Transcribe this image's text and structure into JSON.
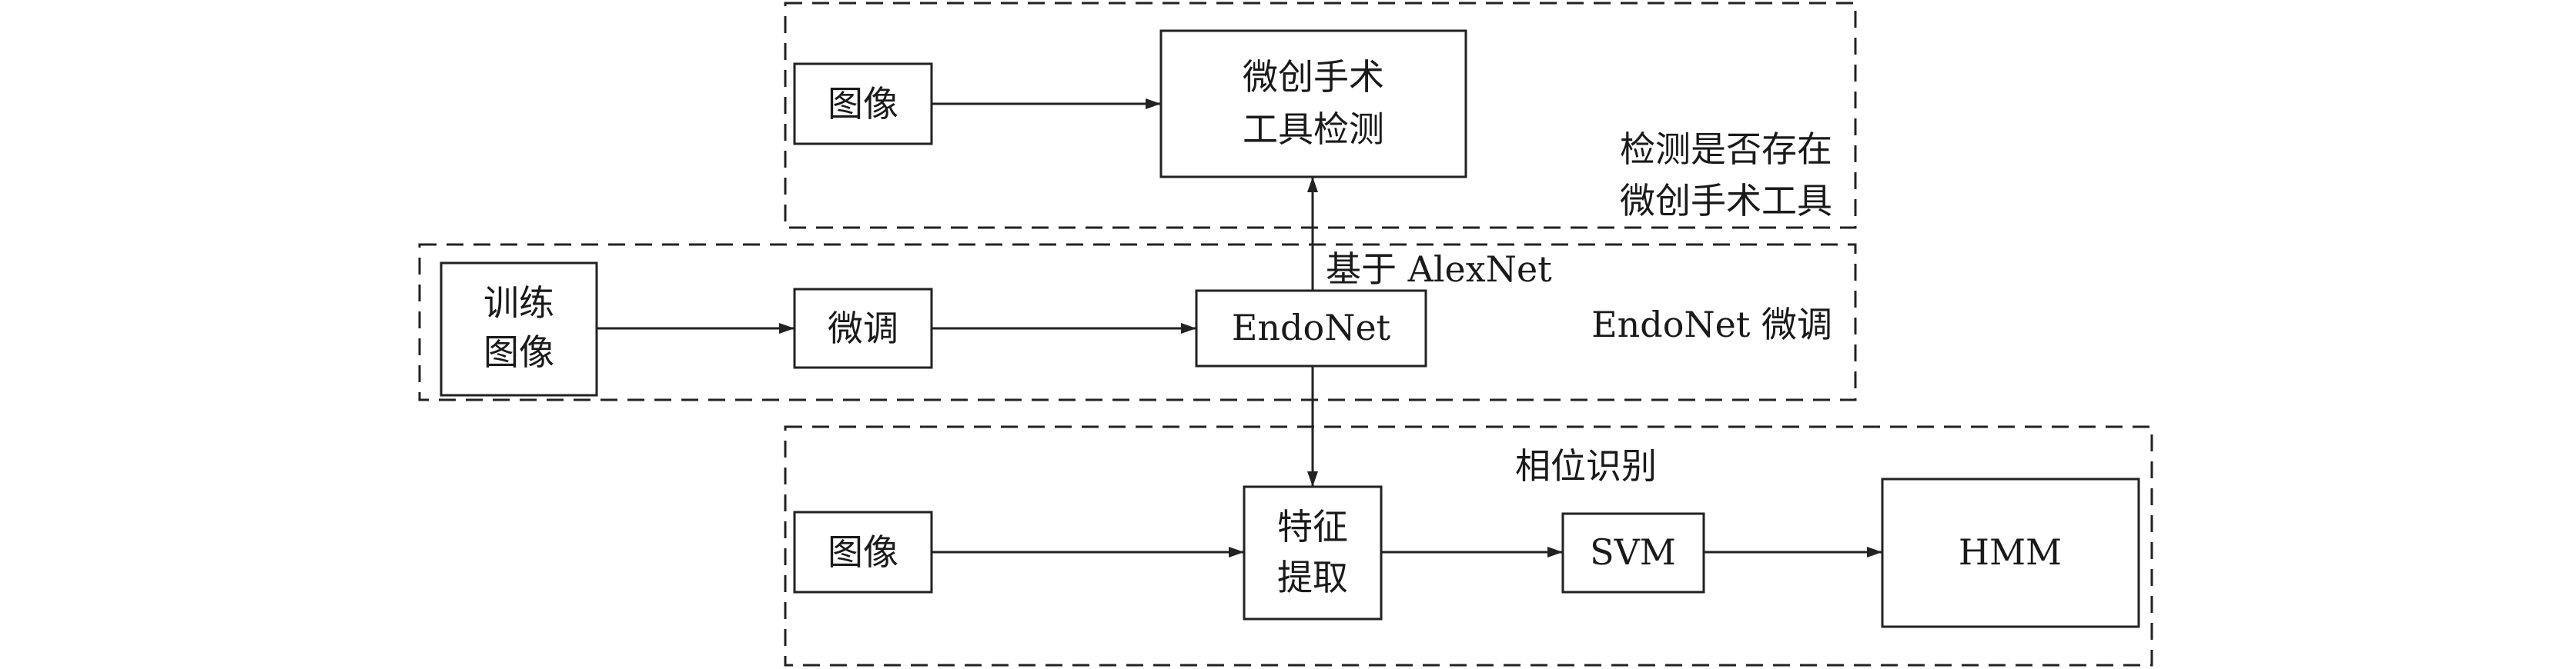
{
  "regions": {
    "detection": {
      "caption_lines": [
        "检测是否存在",
        "微创手术工具"
      ]
    },
    "finetune": {
      "caption": "EndoNet 微调"
    },
    "phase": {
      "caption": "相位识别"
    }
  },
  "nodes": {
    "image_top": {
      "lines": [
        "图像"
      ]
    },
    "tool_detection": {
      "lines": [
        "微创手术",
        "工具检测"
      ]
    },
    "training_images": {
      "lines": [
        "训练",
        "图像"
      ]
    },
    "finetune": {
      "lines": [
        "微调"
      ]
    },
    "endonet": {
      "lines": [
        "EndoNet"
      ]
    },
    "image_bottom": {
      "lines": [
        "图像"
      ]
    },
    "feature_extraction": {
      "lines": [
        "特征",
        "提取"
      ]
    },
    "svm": {
      "lines": [
        "SVM"
      ]
    },
    "hmm": {
      "lines": [
        "HMM"
      ]
    }
  },
  "edges": [
    {
      "from": "image_top",
      "to": "tool_detection"
    },
    {
      "from": "training_images",
      "to": "finetune"
    },
    {
      "from": "finetune",
      "to": "endonet"
    },
    {
      "from": "endonet",
      "to": "tool_detection",
      "label": "基于 AlexNet"
    },
    {
      "from": "endonet",
      "to": "feature_extraction"
    },
    {
      "from": "image_bottom",
      "to": "feature_extraction"
    },
    {
      "from": "feature_extraction",
      "to": "svm"
    },
    {
      "from": "svm",
      "to": "hmm"
    }
  ]
}
